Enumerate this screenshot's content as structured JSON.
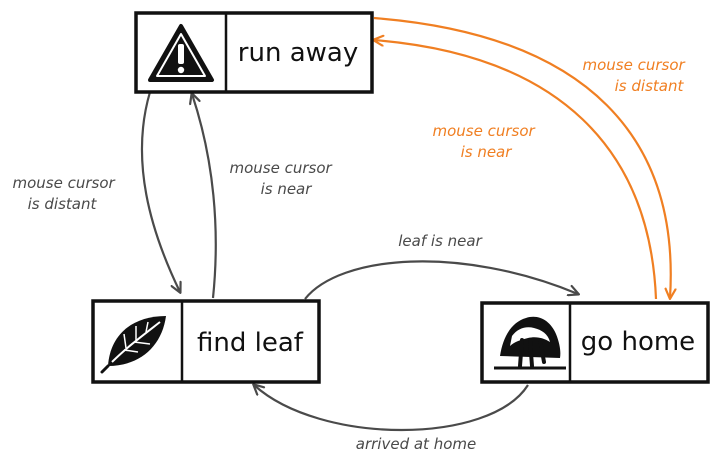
{
  "colors": {
    "default_edge": "#4a4a4a",
    "highlight_edge": "#f07f22",
    "box_stroke": "#111111"
  },
  "states": {
    "run_away": {
      "label": "run away",
      "icon": "warning-icon"
    },
    "find_leaf": {
      "label": "find leaf",
      "icon": "leaf-icon"
    },
    "go_home": {
      "label": "go home",
      "icon": "home-hole-icon"
    }
  },
  "transitions": {
    "run_to_find": {
      "label_line1": "mouse cursor",
      "label_line2": "is distant"
    },
    "find_to_run": {
      "label_line1": "mouse cursor",
      "label_line2": "is near"
    },
    "find_to_home": {
      "label": "leaf is near"
    },
    "home_to_find": {
      "label": "arrived at home"
    },
    "home_to_run": {
      "label_line1": "mouse cursor",
      "label_line2": "is near"
    },
    "run_to_home": {
      "label_line1": "mouse cursor",
      "label_line2": "is distant"
    }
  }
}
